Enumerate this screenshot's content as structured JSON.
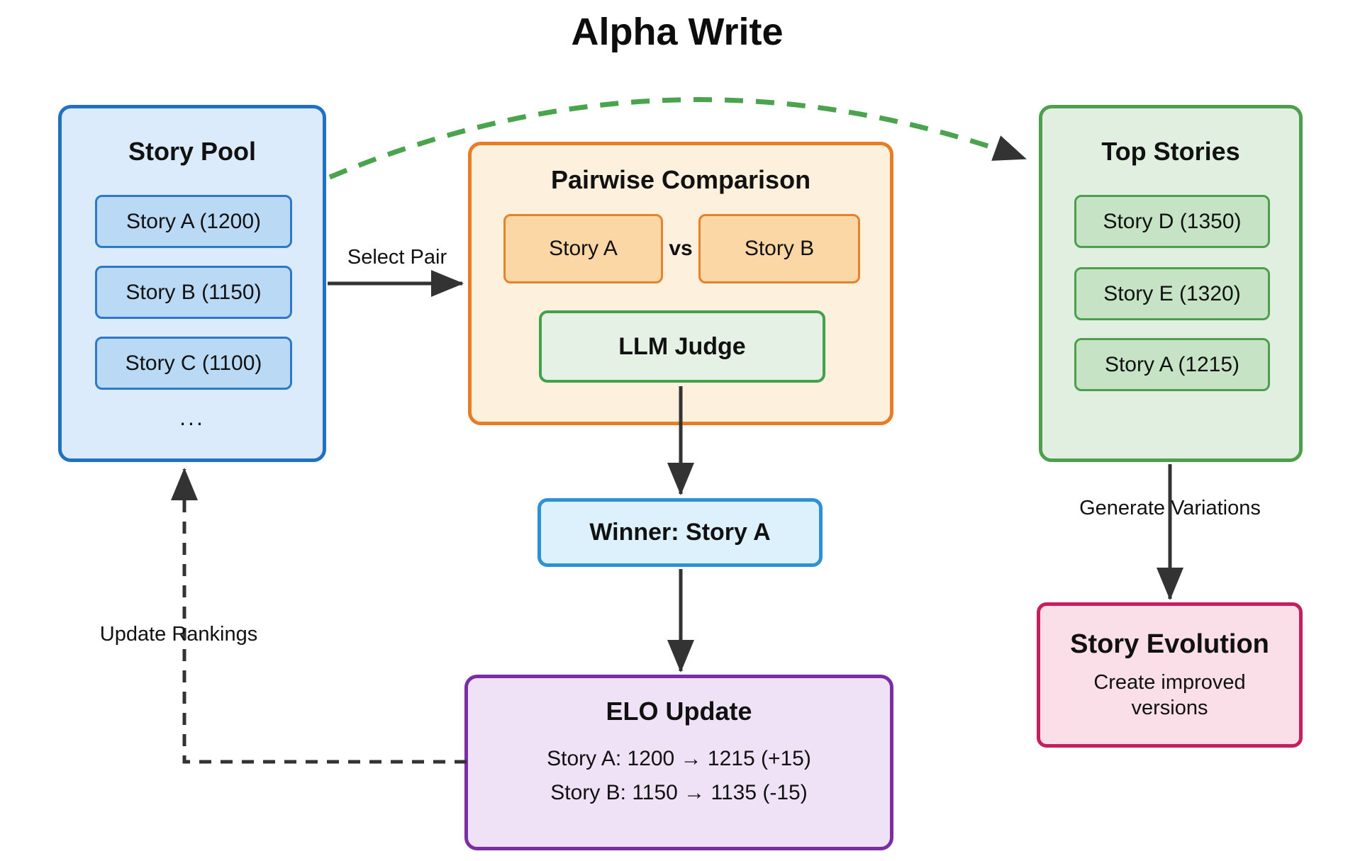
{
  "title": "Alpha Write",
  "story_pool": {
    "title": "Story Pool",
    "items": [
      "Story A (1200)",
      "Story B (1150)",
      "Story C (1100)"
    ],
    "more": "..."
  },
  "pairwise": {
    "title": "Pairwise Comparison",
    "left_story": "Story A",
    "vs": "vs",
    "right_story": "Story B",
    "judge": "LLM Judge"
  },
  "winner": {
    "label": "Winner: Story A"
  },
  "elo": {
    "title": "ELO Update",
    "lines": [
      "Story A: 1200 → 1215 (+15)",
      "Story B: 1150 → 1135 (-15)"
    ]
  },
  "top_stories": {
    "title": "Top Stories",
    "items": [
      "Story D (1350)",
      "Story E (1320)",
      "Story A (1215)"
    ]
  },
  "evolution": {
    "title": "Story Evolution",
    "subtitle": "Create improved versions"
  },
  "edges": {
    "select_pair": "Select Pair",
    "update_rankings": "Update Rankings",
    "generate_variations": "Generate Variations"
  },
  "colors": {
    "pool_fill": "#dcebfb",
    "pool_border": "#2171c2",
    "pool_item_fill": "#b9d9f4",
    "pool_item_border": "#2d78c7",
    "pairwise_fill": "#fdf0dc",
    "pairwise_border": "#e87d26",
    "pairwise_item_fill": "#fad7a5",
    "judge_fill": "#e4f1e4",
    "judge_border": "#43a04b",
    "winner_fill": "#ddf1fc",
    "winner_border": "#2e90d6",
    "elo_fill": "#f0e2f6",
    "elo_border": "#7b2da3",
    "top_fill": "#e1efe1",
    "top_border": "#4d9e4d",
    "top_item_fill": "#c6e3c5",
    "evolution_fill": "#fadee8",
    "evolution_border": "#c51f5e",
    "arrow": "#333333",
    "green_arrow": "#4aa44e"
  }
}
